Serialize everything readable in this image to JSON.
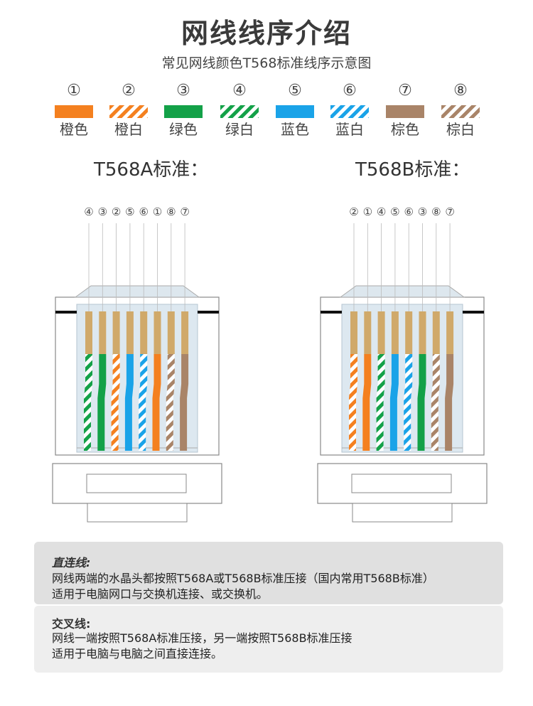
{
  "title": "网线线序介绍",
  "subtitle": "常见网线颜色T568标准线序示意图",
  "colors": {
    "orange": "#f4801f",
    "green": "#13a148",
    "blue": "#1aa3e8",
    "brown": "#a98468",
    "gold": "#d0a96a"
  },
  "legend": [
    {
      "num": "①",
      "label": "橙色",
      "color": "orange",
      "striped": false
    },
    {
      "num": "②",
      "label": "橙白",
      "color": "orange",
      "striped": true
    },
    {
      "num": "③",
      "label": "绿色",
      "color": "green",
      "striped": false
    },
    {
      "num": "④",
      "label": "绿白",
      "color": "green",
      "striped": true
    },
    {
      "num": "⑤",
      "label": "蓝色",
      "color": "blue",
      "striped": false
    },
    {
      "num": "⑥",
      "label": "蓝白",
      "color": "blue",
      "striped": true
    },
    {
      "num": "⑦",
      "label": "棕色",
      "color": "brown",
      "striped": false
    },
    {
      "num": "⑧",
      "label": "棕白",
      "color": "brown",
      "striped": true
    }
  ],
  "standards": [
    {
      "label": "T568A标准：",
      "order": [
        "④",
        "③",
        "②",
        "⑤",
        "⑥",
        "①",
        "⑧",
        "⑦"
      ]
    },
    {
      "label": "T568B标准：",
      "order": [
        "②",
        "①",
        "④",
        "⑤",
        "⑥",
        "③",
        "⑧",
        "⑦"
      ]
    }
  ],
  "info": {
    "straight": {
      "heading": "直连线:",
      "line1": "网线两端的水晶头都按照T568A或T568B标准压接（国内常用T568B标准）",
      "line2": "适用于电脑网口与交换机连接、或交换机。"
    },
    "crossover": {
      "heading": "交叉线:",
      "line1": "网线一端按照T568A标准压接，另一端按照T568B标准压接",
      "line2": "适用于电脑与电脑之间直接连接。"
    }
  }
}
